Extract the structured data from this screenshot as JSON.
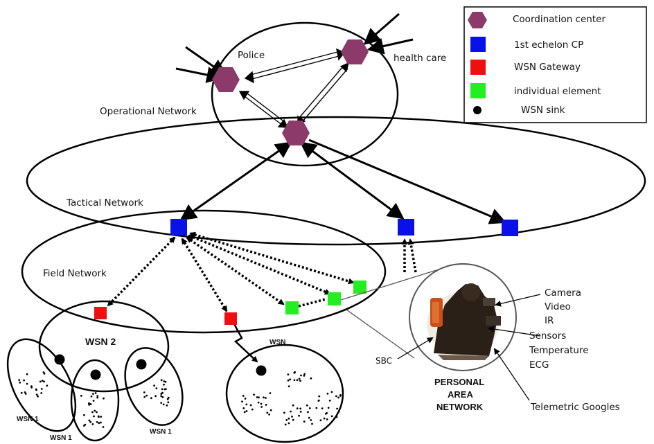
{
  "colors": {
    "coordination_center": "#8c3a6a",
    "first_echelon_cp": "#0a10e8",
    "wsn_gateway": "#ee1010",
    "individual_element": "#22ee22",
    "wsn_sink": "#000000"
  },
  "legend": {
    "items": [
      {
        "shape": "hexagon",
        "color_key": "coordination_center",
        "label": "Coordination center"
      },
      {
        "shape": "square",
        "color_key": "first_echelon_cp",
        "label": "1st echelon CP"
      },
      {
        "shape": "square",
        "color_key": "wsn_gateway",
        "label": "WSN Gateway"
      },
      {
        "shape": "square",
        "color_key": "individual_element",
        "label": "individual element"
      },
      {
        "shape": "dot",
        "color_key": "wsn_sink",
        "label": "WSN sink"
      }
    ]
  },
  "networks": {
    "operational": "Operational Network",
    "tactical": "Tactical Network",
    "field": "Field Network"
  },
  "nodes": {
    "police": "Police",
    "health_care": "health care"
  },
  "wsn": {
    "wsn2": "WSN 2",
    "wsn": "WSN",
    "wsn1": "WSN 1"
  },
  "pan": {
    "title_lines": [
      "PERSONAL",
      "AREA",
      "NETWORK"
    ],
    "sbc": "SBC",
    "callouts": [
      "Camera",
      "Video",
      "IR",
      "Sensors",
      "Temperature",
      "ECG"
    ],
    "goggles": "Telemetric Googles"
  }
}
